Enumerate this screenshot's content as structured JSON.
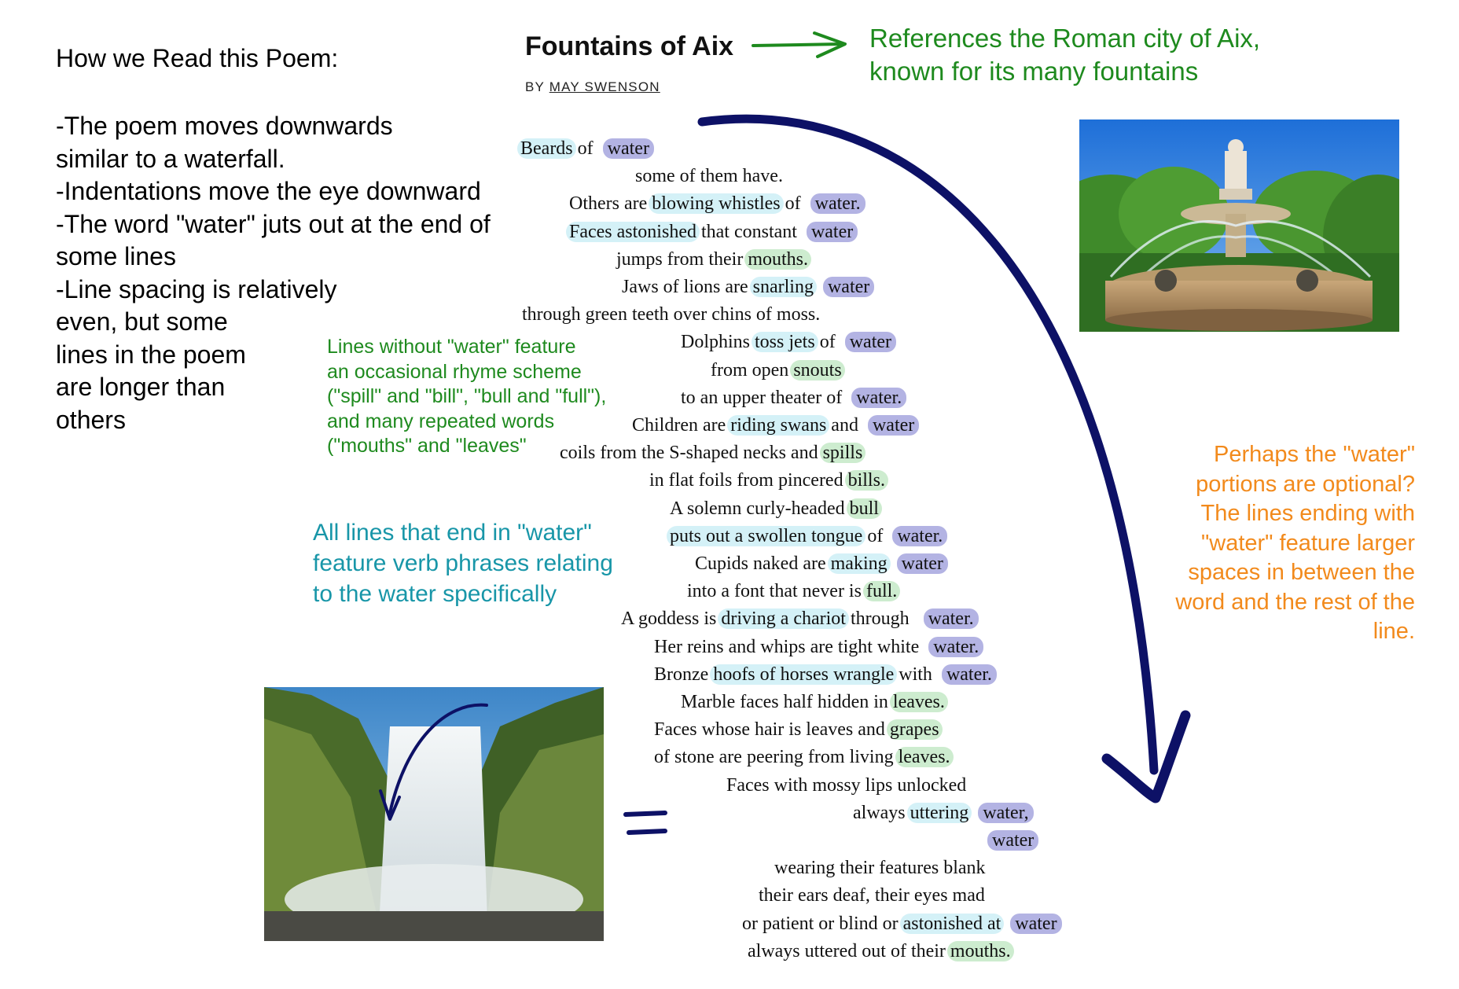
{
  "reading": {
    "heading": "How we Read this Poem:",
    "points": [
      "-The poem moves downwards",
      "similar to a waterfall.",
      "-Indentations move the eye downward",
      "-The word \"water\" juts out at the end of",
      "some lines",
      "-Line spacing is relatively",
      "even, but some",
      "lines in the poem",
      "are longer than",
      "others"
    ]
  },
  "poem": {
    "title": "Fountains of Aix",
    "by_prefix": "BY",
    "author": "MAY SWENSON",
    "lines": [
      [
        {
          "t": "Beards",
          "h": "cyan"
        },
        {
          "t": " of   "
        },
        {
          "t": "water",
          "h": "water"
        }
      ],
      [
        {
          "t": "some of them have."
        }
      ],
      [
        {
          "t": "Others are "
        },
        {
          "t": "blowing whistles",
          "h": "cyan"
        },
        {
          "t": " of   "
        },
        {
          "t": "water.",
          "h": "water"
        }
      ],
      [
        {
          "t": "Faces astonished",
          "h": "cyan"
        },
        {
          "t": " that constant   "
        },
        {
          "t": "water",
          "h": "water"
        }
      ],
      [
        {
          "t": "jumps from their "
        },
        {
          "t": "mouths.",
          "h": "green"
        }
      ],
      [
        {
          "t": "Jaws of lions are "
        },
        {
          "t": "snarling",
          "h": "cyan"
        },
        {
          "t": "   "
        },
        {
          "t": "water",
          "h": "water"
        }
      ],
      [
        {
          "t": "through green teeth over chins of moss."
        }
      ],
      [
        {
          "t": "Dolphins "
        },
        {
          "t": "toss jets",
          "h": "cyan"
        },
        {
          "t": " of   "
        },
        {
          "t": "water",
          "h": "water"
        }
      ],
      [
        {
          "t": "from open "
        },
        {
          "t": "snouts",
          "h": "green"
        }
      ],
      [
        {
          "t": "to an upper theater of   "
        },
        {
          "t": "water.",
          "h": "water"
        }
      ],
      [
        {
          "t": "Children are "
        },
        {
          "t": "riding swans",
          "h": "cyan"
        },
        {
          "t": " and   "
        },
        {
          "t": "water",
          "h": "water"
        }
      ],
      [
        {
          "t": "coils from the S-shaped necks and "
        },
        {
          "t": "spills",
          "h": "green"
        }
      ],
      [
        {
          "t": "in flat foils from pincered "
        },
        {
          "t": "bills.",
          "h": "green"
        }
      ],
      [
        {
          "t": "A solemn curly-headed "
        },
        {
          "t": "bull",
          "h": "green"
        }
      ],
      [
        {
          "t": "puts out a swollen tongue",
          "h": "cyan"
        },
        {
          "t": " of   "
        },
        {
          "t": "water.",
          "h": "water"
        }
      ],
      [
        {
          "t": "Cupids naked are "
        },
        {
          "t": "making",
          "h": "cyan"
        },
        {
          "t": "   "
        },
        {
          "t": "water",
          "h": "water"
        }
      ],
      [
        {
          "t": "into a font that never is "
        },
        {
          "t": "full.",
          "h": "green"
        }
      ],
      [
        {
          "t": "A goddess is "
        },
        {
          "t": "driving a chariot",
          "h": "cyan"
        },
        {
          "t": " through    "
        },
        {
          "t": "water.",
          "h": "water"
        }
      ],
      [
        {
          "t": "Her reins and whips are tight white   "
        },
        {
          "t": "water.",
          "h": "water"
        }
      ],
      [
        {
          "t": "Bronze "
        },
        {
          "t": "hoofs of horses wrangle",
          "h": "cyan"
        },
        {
          "t": " with   "
        },
        {
          "t": "water.",
          "h": "water"
        }
      ],
      [
        {
          "t": "Marble faces half hidden in "
        },
        {
          "t": "leaves.",
          "h": "green"
        }
      ],
      [
        {
          "t": "Faces whose hair is leaves and "
        },
        {
          "t": "grapes",
          "h": "green"
        }
      ],
      [
        {
          "t": "of stone are peering from living "
        },
        {
          "t": "leaves.",
          "h": "green"
        }
      ],
      [
        {
          "t": "Faces with mossy lips unlocked"
        }
      ],
      [
        {
          "t": "always "
        },
        {
          "t": "uttering",
          "h": "cyan"
        },
        {
          "t": "   "
        },
        {
          "t": "water,",
          "h": "water"
        }
      ],
      [
        {
          "t": "water",
          "h": "water"
        }
      ],
      [
        {
          "t": "wearing their features blank"
        }
      ],
      [
        {
          "t": "their ears deaf, their eyes mad"
        }
      ],
      [
        {
          "t": "or patient or blind or "
        },
        {
          "t": "astonished at",
          "h": "cyan"
        },
        {
          "t": "   "
        },
        {
          "t": "water",
          "h": "water"
        }
      ],
      [
        {
          "t": "always uttered out of their "
        },
        {
          "t": "mouths.",
          "h": "green"
        }
      ]
    ]
  },
  "notes": {
    "aix": [
      "References the Roman city of Aix,",
      "known for its many fountains"
    ],
    "rhyme": [
      "Lines without \"water\" feature",
      "an occasional rhyme scheme",
      "(\"spill\" and \"bill\", \"bull and \"full\"),",
      "and many repeated words",
      "(\"mouths\" and \"leaves\""
    ],
    "verbs": [
      "All lines that end in \"water\"",
      "feature verb phrases relating",
      "to the water specifically"
    ],
    "optional": [
      "Perhaps the \"water\"",
      "portions are optional?",
      "The lines ending with",
      "\"water\" feature larger",
      "spaces in between the",
      "word and the rest of the",
      "line."
    ]
  },
  "colors": {
    "arrow": "#0d1166",
    "green_note": "#1e8a1e",
    "teal_note": "#1896a8",
    "orange_note": "#f28a1c",
    "hl_cyan": "#d4f1f7",
    "hl_green": "#cdeccf",
    "hl_water": "#b3b3e3"
  }
}
